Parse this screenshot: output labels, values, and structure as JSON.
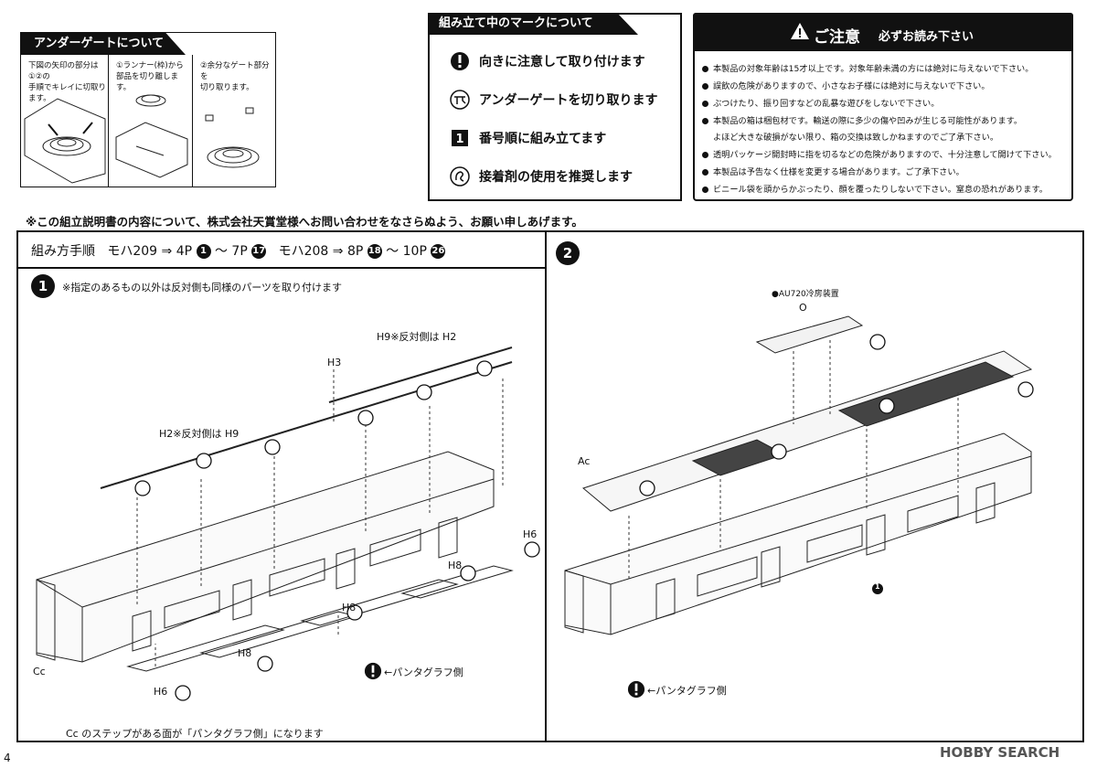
{
  "page_number": "4",
  "undergate": {
    "title": "アンダーゲートについて",
    "panels": [
      {
        "caption": [
          "下図の矢印の部分は①②の",
          "手順でキレイに切取ります。"
        ]
      },
      {
        "caption": [
          "①ランナー(枠)から",
          "部品を切り離します。"
        ]
      },
      {
        "caption": [
          "②余分なゲート部分を",
          "切り取ります。"
        ]
      }
    ]
  },
  "marks": {
    "title": "組み立て中のマークについて",
    "items": [
      {
        "icon": "exclamation-icon",
        "label": "向きに注意して取り付けます"
      },
      {
        "icon": "gate-cut-icon",
        "label": "アンダーゲートを切り取ります"
      },
      {
        "icon": "number-1-icon",
        "label": "番号順に組み立てます"
      },
      {
        "icon": "glue-icon",
        "label": "接着剤の使用を推奨します"
      }
    ]
  },
  "caution": {
    "title": "ご注意",
    "subtitle": "必ずお読み下さい",
    "items": [
      "本製品の対象年齢は15才以上です。対象年齢未満の方には絶対に与えないで下さい。",
      "誤飲の危険がありますので、小さなお子様には絶対に与えないで下さい。",
      "ぶつけたり、振り回すなどの乱暴な遊びをしないで下さい。",
      "本製品の箱は梱包材です。輸送の際に多少の傷や凹みが生じる可能性があります。",
      "よほど大きな破損がない限り、箱の交換は致しかねますのでご了承下さい。",
      "透明パッケージ開封時に指を切るなどの危険がありますので、十分注意して開けて下さい。",
      "本製品は予告なく仕様を変更する場合があります。ご了承下さい。",
      "ビニール袋を頭からかぶったり、顔を覆ったりしないで下さい。窒息の恐れがあります。"
    ]
  },
  "contact_note": "※この組立説明書の内容について、株式会社天賞堂様へお問い合わせをなさらぬよう、お願い申しあげます。",
  "sequence": {
    "label": "組み方手順",
    "car1": "モハ209 ⇒ 4P",
    "b1": "1",
    "mid1": "〜 7P",
    "b2": "17",
    "car2": "モハ208 ⇒ 8P",
    "b3": "18",
    "mid2": "〜 10P",
    "b4": "26"
  },
  "step1": {
    "number": "1",
    "note": "※指定のあるもの以外は反対側も同様のパーツを取り付けます",
    "labels": {
      "h9": "H9※反対側は H2",
      "h3": "H3",
      "h2": "H2※反対側は H9",
      "h6a": "H6",
      "h8a": "H8",
      "h8b": "H8",
      "h8c": "H8",
      "h6b": "H6",
      "cc": "Cc"
    },
    "pantograph": "←パンタグラフ側",
    "footnote": "Cc のステップがある面が「パンタグラフ側」になります"
  },
  "step2": {
    "number": "2",
    "au720": "●AU720冷房装置",
    "o": "O",
    "ac": "Ac",
    "ref": "1",
    "pantograph": "←パンタグラフ側"
  },
  "watermark": "HOBBY SEARCH"
}
